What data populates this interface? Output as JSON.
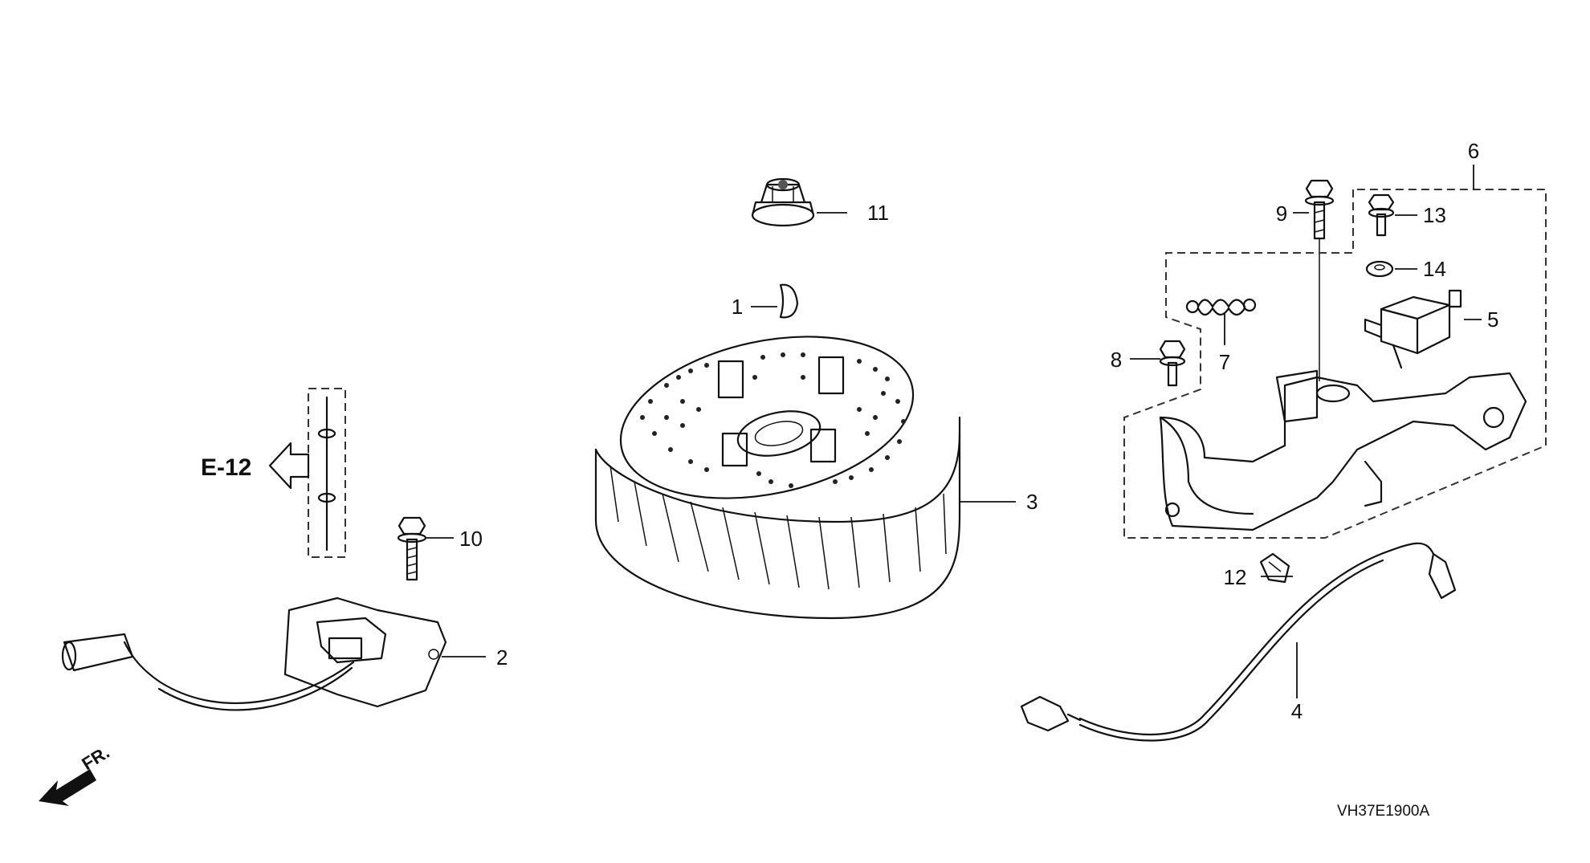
{
  "parts": [
    {
      "id": "part-1",
      "label": "1"
    },
    {
      "id": "part-2",
      "label": "2"
    },
    {
      "id": "part-3",
      "label": "3"
    },
    {
      "id": "part-4",
      "label": "4"
    },
    {
      "id": "part-5",
      "label": "5"
    },
    {
      "id": "part-6",
      "label": "6"
    },
    {
      "id": "part-7",
      "label": "7"
    },
    {
      "id": "part-8",
      "label": "8"
    },
    {
      "id": "part-9",
      "label": "9"
    },
    {
      "id": "part-10",
      "label": "10"
    },
    {
      "id": "part-11",
      "label": "11"
    },
    {
      "id": "part-12",
      "label": "12"
    },
    {
      "id": "part-13",
      "label": "13"
    },
    {
      "id": "part-14",
      "label": "14"
    }
  ],
  "reference": {
    "label": "E-12"
  },
  "front_indicator": {
    "label": "FR."
  },
  "diagram_code": "VH37E1900A"
}
